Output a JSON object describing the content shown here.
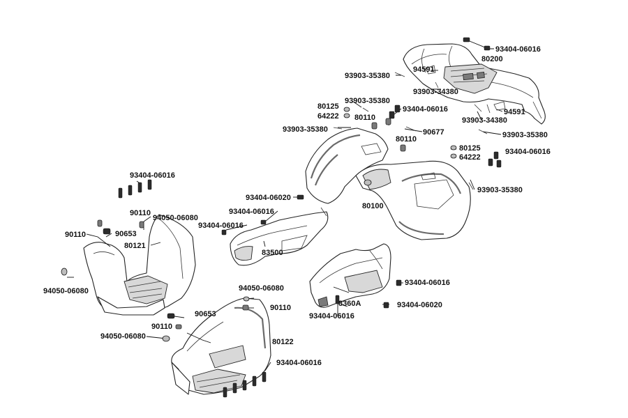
{
  "labels": {
    "rack_bolt_top": "93404-06016",
    "rear_rack": "80200",
    "rack_clip_left": "94591",
    "rack_screw_left_a": "93903-35380",
    "rack_screw_left_b": "93903-34380",
    "rack_clip_right": "94591",
    "rack_screw_right_a": "93903-34380",
    "rack_screw_right_b": "93903-35380",
    "tank_screw_a": "93903-35380",
    "tank_grommet_a": "80125",
    "tank_washer_a": "64222",
    "tank_bolt_a": "93404-06016",
    "tank_damper_a": "80110",
    "tank_screw_b": "93903-35380",
    "tank_clip": "90677",
    "tank_damper_b": "80110",
    "tank_grommet_b": "80125",
    "tank_washer_b": "64222",
    "tank_bolt_b": "93404-06016",
    "tank_screw_c": "93903-35380",
    "front_fender": "80100",
    "center_bolt_a": "93404-06020",
    "center_bolt_b": "93404-06016",
    "center_bolt_c": "93404-06016",
    "center_cover": "83500",
    "left_bolts_top": "93404-06016",
    "left_damper_a": "90110",
    "left_rubber": "94050-06080",
    "left_damper_b": "90110",
    "left_clip": "90653",
    "left_footrest": "80121",
    "left_rubber_b": "94050-06080",
    "right_cover_bolt_a": "93404-06016",
    "right_cover": "8360A",
    "right_cover_bolt_b": "93404-06020",
    "right_cover_bolt_c": "93404-06016",
    "right_rubber": "94050-06080",
    "right_damper_a": "90110",
    "right_clip": "90653",
    "right_damper_b": "90110",
    "right_rubber_b": "94050-06080",
    "right_footrest": "80122",
    "right_bolts_bottom": "93404-06016"
  }
}
